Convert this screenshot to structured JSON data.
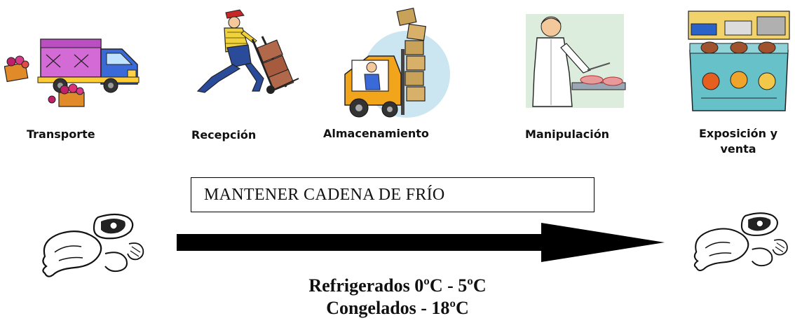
{
  "stages": [
    {
      "icon": "delivery-truck-icon",
      "label": "Transporte"
    },
    {
      "icon": "hand-truck-worker-icon",
      "label": "Recepción"
    },
    {
      "icon": "forklift-icon",
      "label": "Almacenamiento"
    },
    {
      "icon": "butcher-worker-icon",
      "label": "Manipulación"
    },
    {
      "icon": "refrigerated-display-case-icon",
      "label_line1": "Exposición y",
      "label_line2": "venta"
    }
  ],
  "banner": {
    "text": "MANTENER CADENA DE FRÍO"
  },
  "temperatures": {
    "refrigerated": "Refrigerados 0ºC - 5ºC",
    "frozen": "Congelados - 18ºC"
  },
  "icons": {
    "start": "meat-poultry-seafood-icon",
    "end": "meat-poultry-seafood-icon",
    "flow": "right-arrow-icon"
  },
  "colors": {
    "arrow": "#000000",
    "truck_box": "#d36ad6",
    "truck_cab": "#3a6ad8",
    "forklift_body": "#f2a51a",
    "crate": "#c9a25a",
    "display_case": "#66c1c9"
  }
}
